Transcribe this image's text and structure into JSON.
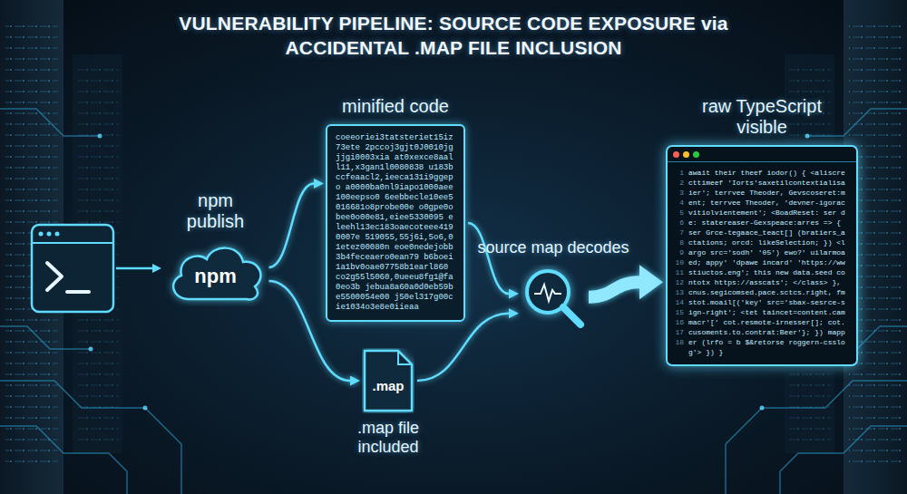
{
  "diagram": {
    "title": "VULNERABILITY PIPELINE: SOURCE CODE EXPOSURE via ACCIDENTAL .MAP FILE INCLUSION",
    "nodes": [
      {
        "text": [
          "npm publish",
          "npm"
        ]
      },
      {
        "text": [
          "minified code",
          "coeeoriei3tatsteriet15iz73ete 2pccoj3gjt0J0010jgjjgi0003xia at0xexce8aall11,x3gan1l0080838 u183bccfeaacl2,ieeca131i9ggepo a0000ba0nl9iapo1000aee100eepso0 6eebbecle10ee5016681o8probe00e o0gpe0obee0o00e81,eiee5330095 eleehl13ec183oaecoteee4190007e 519055,55j6i,5o6,01etez00080n eoe0nedejobb3b4feceaero0ean79 b6boei1a1bv0oae07758b1earl860 co2g55l5060,0ueeu8fg1@fa0eo3b jebua8a60a0d0eb59be5500054e00 j50el317g00cie1034o3e8e0iieaa"
        ]
      },
      {
        "text": [
          ".map",
          ".map file included"
        ]
      },
      {
        "text": [
          "source map decodes"
        ]
      },
      {
        "text": [
          "raw TypeScript visible",
          "1 2 3 4 5 6 7 8 9 10 11 12 13 14 15 16 17 18",
          "await their theef iodor() { <aliscrecttimeef 'Iorts'saxetilcontextialisaier'; terrvee Theoder, Gevscoseret:ment; terrvee Theoder, 'devner-igoracvitiolvientement'; <BoadReset: ser de: statereaser-Gexspeace:arres => { ser Grce-tegaace_teact[] (bratiers_actations; orcd: likeSelection; }) <largo src='sodh' '05') ewo?' uilarmoaed; appy' 'dpawe incard' 'https://wwstiuctos.eng'; this new data.seed contotx https://asscats'; </class> }, cnus.segicomsed.pace.sctcs.right, fmstot.moail[('key' src='sbax-sesrce-sign-right'; <tet taincet=content.cammacr'[' cot.resmote-irnesser[]; cot.cusoments.to.contrat:Beer'}; }) mapper (lrfo = b $&retorse roggern-csslog'> }) }"
        ]
      }
    ],
    "edges": [
      {
        "from": 0,
        "to": 1,
        "arrow": "to"
      },
      {
        "from": 0,
        "to": 2,
        "arrow": "to"
      },
      {
        "from": 1,
        "to": 3,
        "arrow": "to"
      },
      {
        "from": 2,
        "to": 3,
        "arrow": "to"
      },
      {
        "from": 3,
        "to": 4,
        "arrow": "to"
      }
    ]
  }
}
